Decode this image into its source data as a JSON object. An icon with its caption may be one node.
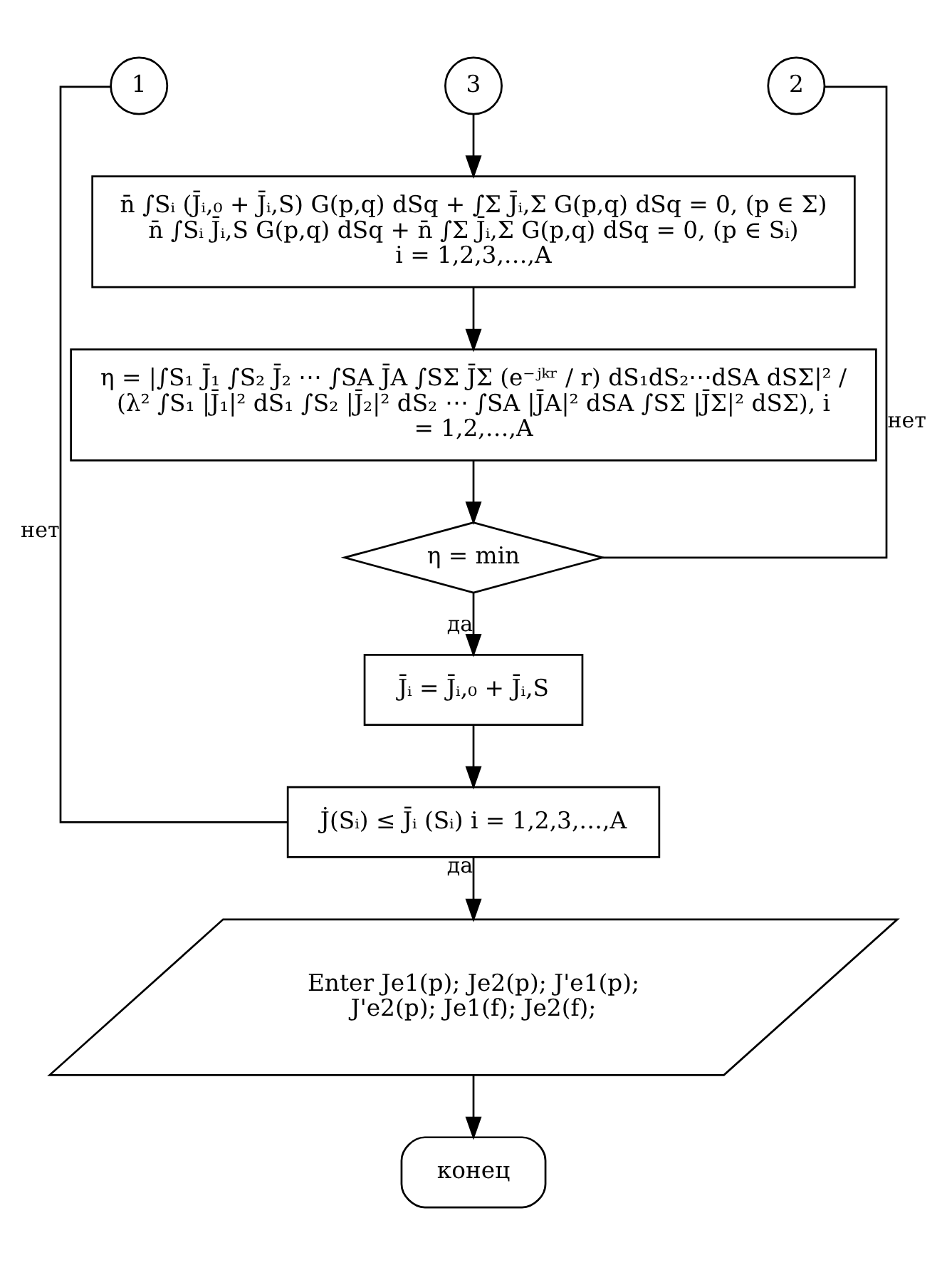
{
  "diagram": {
    "nodes": [
      {
        "text": [
          "1"
        ]
      },
      {
        "text": [
          "2"
        ]
      },
      {
        "text": [
          "3"
        ]
      },
      {
        "text": [
          "n̄ ∫Sᵢ (J̄ᵢ,₀ + J̄ᵢ,S) G(p,q) dSq + ∫Σ J̄ᵢ,Σ G(p,q) dSq = 0, (p ∈ Σ)",
          "n̄ ∫Sᵢ J̄ᵢ,S G(p,q) dSq + n̄ ∫Σ J̄ᵢ,Σ G(p,q) dSq = 0, (p ∈ Sᵢ)",
          "i = 1,2,3,…,A"
        ]
      },
      {
        "text": [
          "η = |∫S₁ J̄₁ ∫S₂ J̄₂ ⋯ ∫SA J̄A ∫SΣ J̄Σ (e⁻ʲᵏʳ / r) dS₁dS₂⋯dSA dSΣ|² / (λ² ∫S₁ |J̄₁|² dS₁ ∫S₂ |J̄₂|² dS₂ ⋯ ∫SA |J̄A|² dSA ∫SΣ |J̄Σ|² dSΣ), i = 1,2,…,A"
        ]
      },
      {
        "text": [
          "η = min"
        ]
      },
      {
        "text": [
          "J̄ᵢ = J̄ᵢ,₀ + J̄ᵢ,S"
        ]
      },
      {
        "text": [
          "J̇(Sᵢ) ≤ J̄ᵢ (Sᵢ) i = 1,2,3,…,A"
        ]
      },
      {
        "text": [
          "Enter Je1(p); Je2(p); J'e1(p); J'e2(p); Je1(f); Je2(f);"
        ]
      },
      {
        "text": [
          "конец"
        ]
      }
    ],
    "edges": [
      {
        "from": 2,
        "to": 3,
        "arrow": "to"
      },
      {
        "from": 3,
        "to": 4,
        "arrow": "to"
      },
      {
        "from": 4,
        "to": 5,
        "arrow": "to"
      },
      {
        "from": 5,
        "to": 1,
        "arrow": "none",
        "label": "нет"
      },
      {
        "from": 5,
        "to": 6,
        "arrow": "to",
        "label": "да"
      },
      {
        "from": 6,
        "to": 7,
        "arrow": "to"
      },
      {
        "from": 7,
        "to": 0,
        "arrow": "none",
        "label": "нет"
      },
      {
        "from": 7,
        "to": 8,
        "arrow": "to",
        "label": "да"
      },
      {
        "from": 8,
        "to": 9,
        "arrow": "to"
      }
    ]
  }
}
